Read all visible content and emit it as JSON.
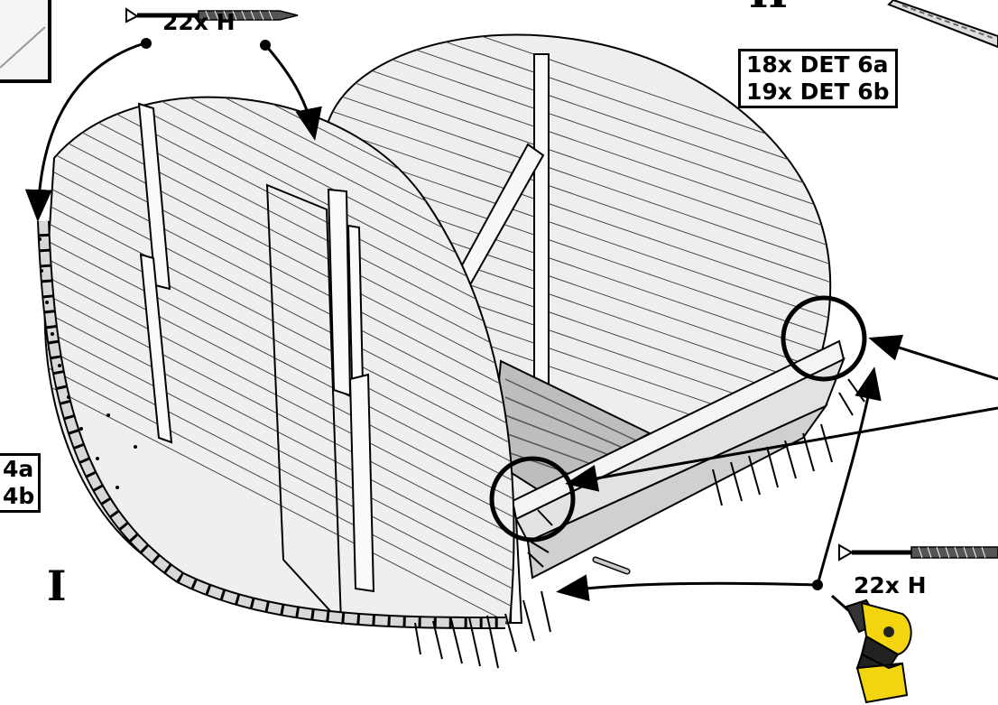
{
  "screw_label_top": "22x H",
  "screw_label_right": "22x H",
  "parts_box_right": [
    "18x DET 6a",
    "19x DET 6b"
  ],
  "parts_box_left": [
    "4a",
    "4b"
  ],
  "top_box_label": "II",
  "step_label": "I",
  "colors": {
    "line": "#000000",
    "wall": "#ececec",
    "floor": "#bdbdbd",
    "drill_body": "#f2d40f",
    "drill_dark": "#1a1a1a"
  }
}
